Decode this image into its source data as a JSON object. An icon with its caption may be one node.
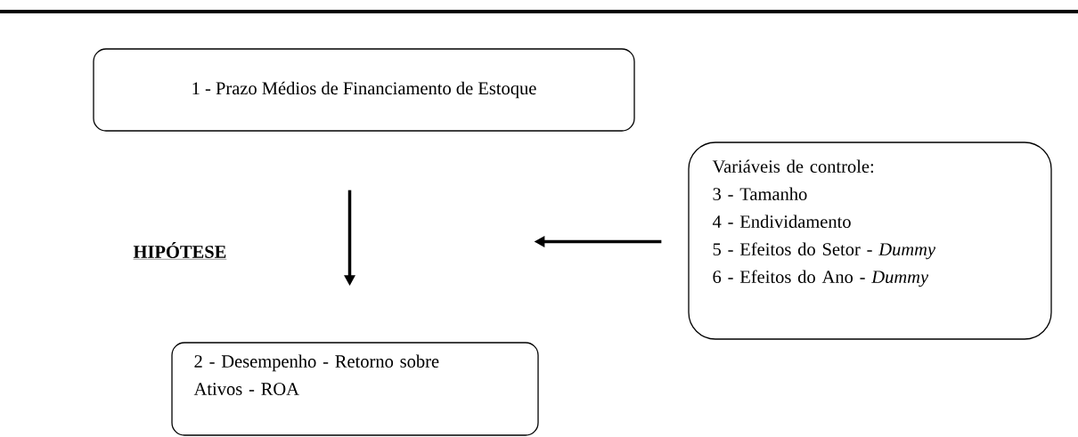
{
  "diagram": {
    "nodes": [
      {
        "text": [
          "1 - Prazo Médios de Financiamento de Estoque"
        ]
      },
      {
        "text": [
          "2 - Desempenho  - Retorno sobre Ativos - ROA"
        ]
      },
      {
        "text": [
          "Variáveis de controle:",
          "3 - Tamanho",
          "4 - Endividamento",
          "5 - Efeitos do Setor - *Dummy*",
          "6 - Efeitos do Ano - *Dummy*"
        ]
      }
    ],
    "edges": [
      {
        "from": 0,
        "to": 1,
        "arrow": "to"
      },
      {
        "from": 2,
        "to": null,
        "arrow": "to"
      }
    ],
    "labels": [
      "HIPÓTESE"
    ]
  }
}
